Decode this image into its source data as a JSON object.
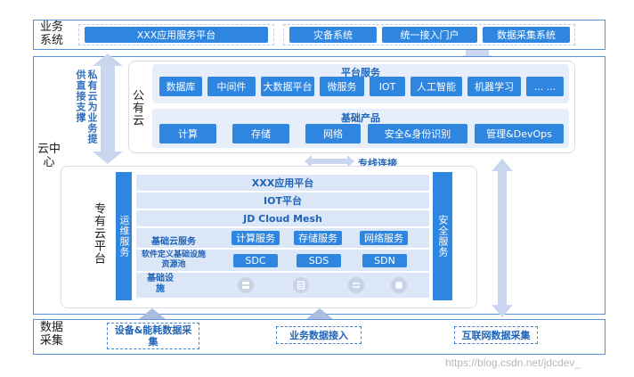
{
  "left_labels": {
    "business": "业务\n系统",
    "cloud_center": "云中\n心",
    "data_collect": "数据\n采集"
  },
  "business": {
    "items": [
      "XXX应用服务平台",
      "灾备系统",
      "统一接入门户",
      "数据采集系统"
    ]
  },
  "private_support": "私有云为业务提供直接支撑",
  "public_cloud": {
    "label": "公有云",
    "platform_title": "平台服务",
    "platform_items": [
      "数据库",
      "中间件",
      "大数据平台",
      "微服务",
      "IOT",
      "人工智能",
      "机器学习",
      "... ..."
    ],
    "base_title": "基础产品",
    "base_items": [
      "计算",
      "存储",
      "网络",
      "安全&身份识别",
      "管理&DevOps"
    ]
  },
  "dedicated_link": "专线连接",
  "private_cloud": {
    "label": "专有云平台",
    "ops_service": "运维服务",
    "security_service": "安全服务",
    "layers": [
      "XXX应用平台",
      "IOT平台",
      "JD Cloud Mesh"
    ],
    "base_cloud_label": "基础云服务",
    "base_cloud_items": [
      "计算服务",
      "存储服务",
      "网络服务"
    ],
    "sd_label": "软件定义基础设施资源池",
    "sd_items": [
      "SDC",
      "SDS",
      "SDN"
    ],
    "infra_label": "基础设施",
    "infra_icons": [
      "server-icon",
      "rack-icon",
      "switch-icon",
      "storage-icon"
    ]
  },
  "data_collection": {
    "items": [
      "设备&能耗数据采集",
      "业务数据接入",
      "互联网数据采集"
    ]
  },
  "watermark": "https://blog.csdn.net/jdcdev_",
  "colors": {
    "accent": "#2f86e0",
    "frame": "#5b8fd6",
    "light": "#dbe7f6"
  }
}
